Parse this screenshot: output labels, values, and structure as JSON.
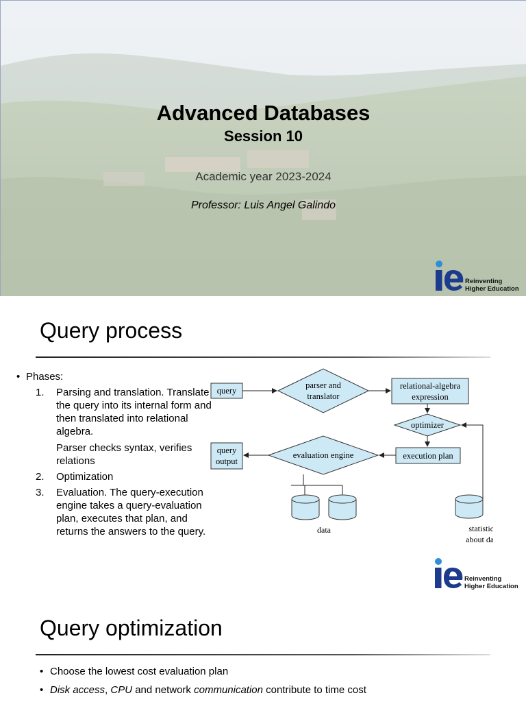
{
  "slide1": {
    "title": "Advanced Databases",
    "subtitle": "Session 10",
    "year": "Academic year 2023-2024",
    "professor": "Professor: Luis Angel Galindo"
  },
  "logo": {
    "line1": "Reinventing",
    "line2": "Higher Education",
    "color": "#1d3b8c",
    "dot_color": "#2f8fd6"
  },
  "slide2": {
    "title": "Query process",
    "phases_label": "Phases:",
    "items": [
      {
        "num": "1.",
        "text": "Parsing and translation. Translate the query into its internal form and then translated into relational algebra.",
        "extra": "Parser checks syntax, verifies relations"
      },
      {
        "num": "2.",
        "text": "Optimization",
        "extra": ""
      },
      {
        "num": "3.",
        "text": "Evaluation. The query-execution engine takes a query-evaluation plan, executes that plan, and returns the answers to the query.",
        "extra": ""
      }
    ],
    "diagram": {
      "query": "query",
      "parser_1": "parser and",
      "parser_2": "translator",
      "rel_1": "relational-algebra",
      "rel_2": "expression",
      "optimizer": "optimizer",
      "exec_plan": "execution plan",
      "eval_engine": "evaluation engine",
      "out_1": "query",
      "out_2": "output",
      "data": "data",
      "stats_1": "statistics",
      "stats_2": "about data",
      "fill": "#cde9f5"
    }
  },
  "slide3": {
    "title": "Query optimization",
    "b1": "Choose the lowest cost evaluation plan",
    "b2_a": "Disk access",
    "b2_b": ", ",
    "b2_c": "CPU",
    "b2_d": " and network ",
    "b2_e": "communication",
    "b2_f": " contribute to time cost"
  }
}
